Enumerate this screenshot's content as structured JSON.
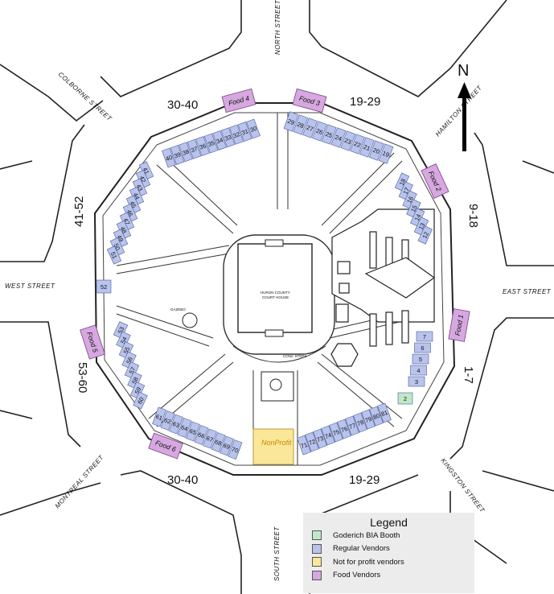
{
  "map": {
    "streets": {
      "north": "NORTH STREET",
      "hamilton": "HAMILTON STREET",
      "east": "EAST STREET",
      "kingston": "KINGSTON STREET",
      "south": "SOUTH STREET",
      "montreal": "MONTREAL STREET",
      "west": "WEST STREET",
      "colborne": "COLBORNE STREET"
    },
    "ranges": {
      "top_left": "30-40",
      "top_right": "19-29",
      "right_upper": "9-18",
      "right_lower": "1-7",
      "left_upper": "41-52",
      "left_lower": "53-60",
      "bottom_left": "30-40",
      "bottom_right": "19-29"
    },
    "compass": "N",
    "courthouse": [
      "HURON COUNTY",
      "COURT HOUSE"
    ],
    "gazebo": "GAZEBO",
    "steps": "CONC STEPS",
    "nonprofit": "NonProfit",
    "food_labels": [
      "Food 1",
      "Food 2",
      "Food 3",
      "Food 4",
      "Food 5",
      "Food 6"
    ],
    "stalls": {
      "top_left": [
        "40",
        "39",
        "38",
        "37",
        "36",
        "35",
        "34",
        "33",
        "32",
        "31",
        "30"
      ],
      "top_right": [
        "29",
        "28",
        "27",
        "26",
        "25",
        "24",
        "23",
        "22",
        "21",
        "20",
        "19"
      ],
      "right_upper": [
        "18",
        "17",
        "16",
        "15",
        "14",
        "13",
        "12"
      ],
      "right_lower": [
        "7",
        "6",
        "5",
        "4",
        "3"
      ],
      "bia": "2",
      "left_upper": [
        "41",
        "42",
        "43",
        "44",
        "45",
        "46",
        "47",
        "48",
        "49",
        "50",
        "51"
      ],
      "left_mid": "52",
      "left_lower": [
        "53",
        "54",
        "55",
        "56",
        "57",
        "58",
        "59",
        "60"
      ],
      "bottom_left": [
        "61",
        "62",
        "63",
        "64",
        "65",
        "66",
        "67",
        "68",
        "69",
        "70"
      ],
      "bottom_right": [
        "71",
        "72",
        "73",
        "74",
        "75",
        "76",
        "77",
        "78",
        "79",
        "80",
        "81"
      ]
    }
  },
  "legend": {
    "title": "Legend",
    "items": [
      {
        "label": "Goderich BIA Booth",
        "color": "#bfe8c7"
      },
      {
        "label": "Regular Vendors",
        "color": "#b9c4ec"
      },
      {
        "label": "Not for profit vendors",
        "color": "#fbe79a"
      },
      {
        "label": "Food Vendors",
        "color": "#d6a8df"
      }
    ]
  },
  "colors": {
    "regular": "#b9c4ec",
    "food": "#d6a8df",
    "nonprofit": "#fbe79a",
    "bia": "#bfe8c7"
  }
}
